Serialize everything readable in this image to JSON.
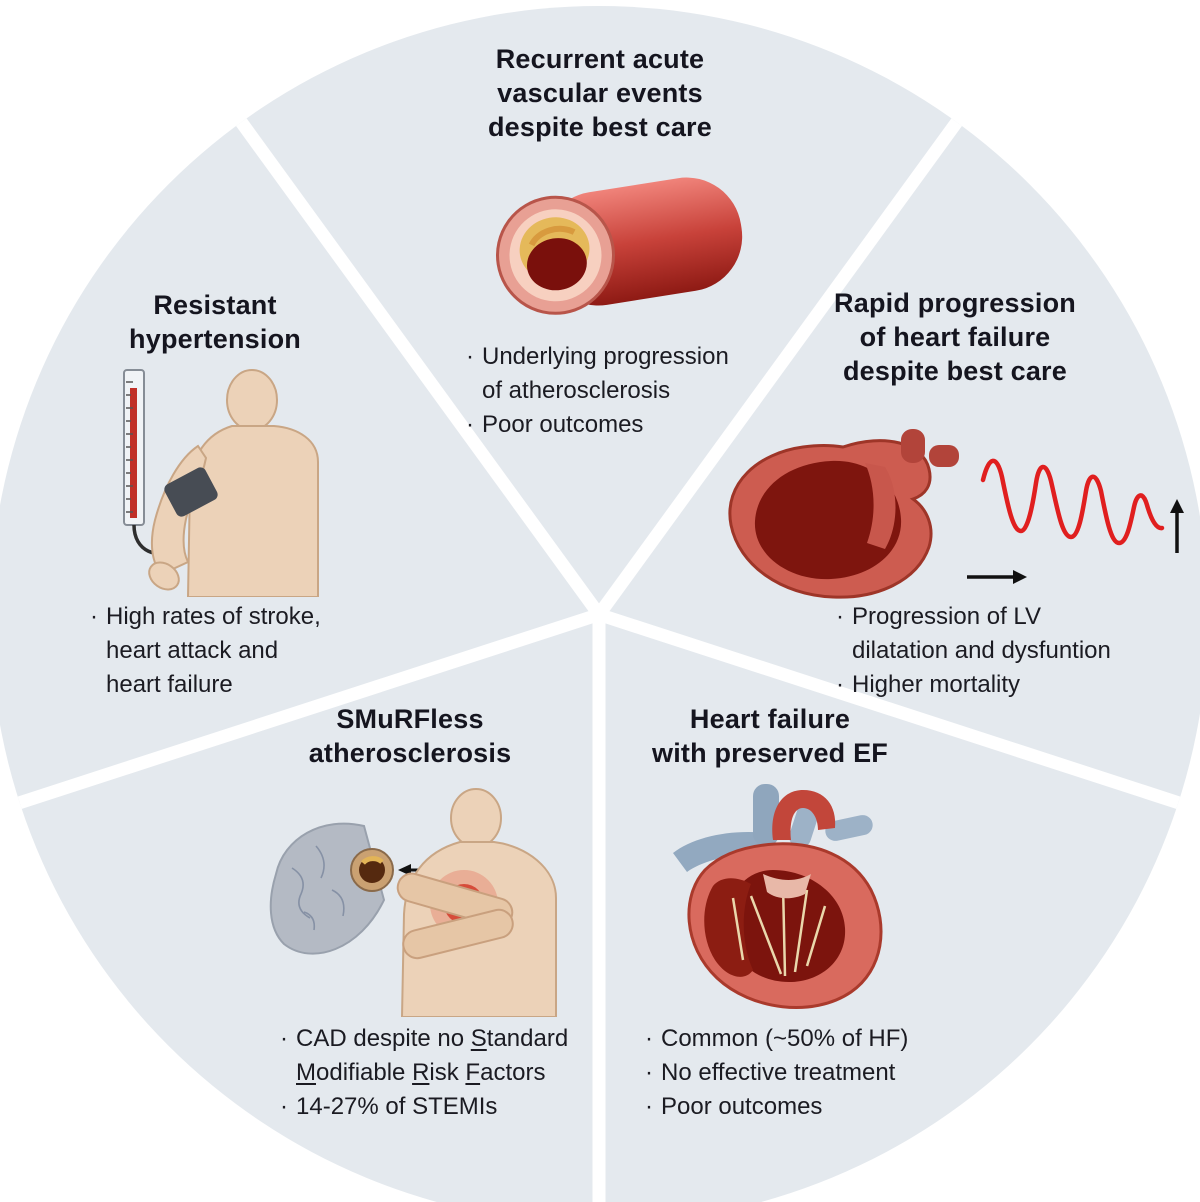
{
  "ui": {
    "bullet_marker": "·"
  },
  "palette": {
    "background": "#ffffff",
    "circle_fill": "#e4e9ee",
    "divider": "#ffffff",
    "title_text": "#15151f",
    "body_text": "#1b1b22",
    "wave_red": "#e01f1f",
    "artery_red": "#c8423a",
    "plaque_yellow": "#e5b95a",
    "skin_tone": "#ecd2b8",
    "vein_blue": "#92a9c0",
    "vessel_gray": "#b4bac4"
  },
  "sectors": {
    "recurrent": {
      "title_lines": [
        "Recurrent acute",
        "vascular events",
        "despite best care"
      ],
      "illustration": "artery-with-atherosclerotic-plaque",
      "bullets": [
        {
          "lines": [
            "Underlying progression",
            "of atherosclerosis"
          ]
        },
        {
          "lines": [
            "Poor outcomes"
          ]
        }
      ]
    },
    "rapid_hf": {
      "title_lines": [
        "Rapid progression",
        "of heart failure",
        "despite best care"
      ],
      "illustration": "dilated-heart-with-declining-function-wave",
      "bullets": [
        {
          "lines": [
            "Progression of LV",
            "dilatation and dysfuntion"
          ]
        },
        {
          "lines": [
            "Higher mortality"
          ]
        }
      ]
    },
    "hfpef": {
      "title_lines": [
        "Heart failure",
        "with preserved EF"
      ],
      "illustration": "heart-cross-section-anatomy",
      "bullets": [
        {
          "lines": [
            "Common (~50% of HF)"
          ]
        },
        {
          "lines": [
            "No effective treatment"
          ]
        },
        {
          "lines": [
            "Poor outcomes"
          ]
        }
      ]
    },
    "smurfless": {
      "title_lines": [
        "SMuRFless",
        "atherosclerosis"
      ],
      "illustration": "chest-pain-with-coronary-artery-plaque",
      "bullet_rich": {
        "line1": [
          {
            "t": "CAD despite no "
          },
          {
            "t": "S",
            "u": true
          },
          {
            "t": "tandard"
          }
        ],
        "line2": [
          {
            "t": "M",
            "u": true
          },
          {
            "t": "odifiable "
          },
          {
            "t": "R",
            "u": true
          },
          {
            "t": "isk "
          },
          {
            "t": "F",
            "u": true
          },
          {
            "t": "actors"
          }
        ]
      },
      "bullets": [
        {
          "lines": [
            "14-27% of STEMIs"
          ]
        }
      ]
    },
    "resistant_htn": {
      "title_lines": [
        "Resistant",
        "hypertension"
      ],
      "illustration": "blood-pressure-measurement",
      "bullets": [
        {
          "lines": [
            "High rates of stroke,",
            "heart attack and",
            "heart failure"
          ]
        }
      ]
    }
  }
}
